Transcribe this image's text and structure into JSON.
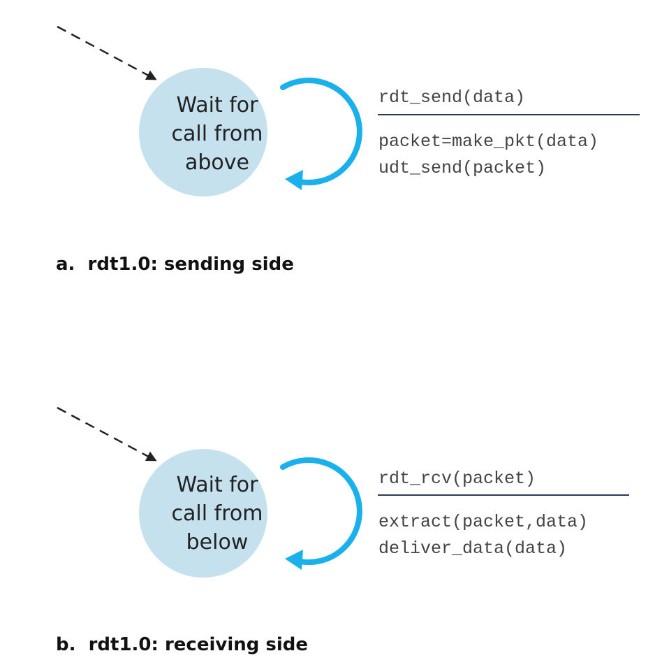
{
  "colors": {
    "state_fill": "#c5e1ee",
    "loop_arrow": "#1ab0ec",
    "entry_arrow": "#222222",
    "rule": "#2c3b55"
  },
  "diagrams": [
    {
      "state": [
        "Wait for",
        "call from",
        "above"
      ],
      "event": "rdt_send(data)",
      "actions": [
        "packet=make_pkt(data)",
        "udt_send(packet)"
      ],
      "caption": "a.  rdt1.0: sending side"
    },
    {
      "state": [
        "Wait for",
        "call from",
        "below"
      ],
      "event": "rdt_rcv(packet)",
      "actions": [
        "extract(packet,data)",
        "deliver_data(data)"
      ],
      "caption": "b.  rdt1.0: receiving side"
    }
  ]
}
